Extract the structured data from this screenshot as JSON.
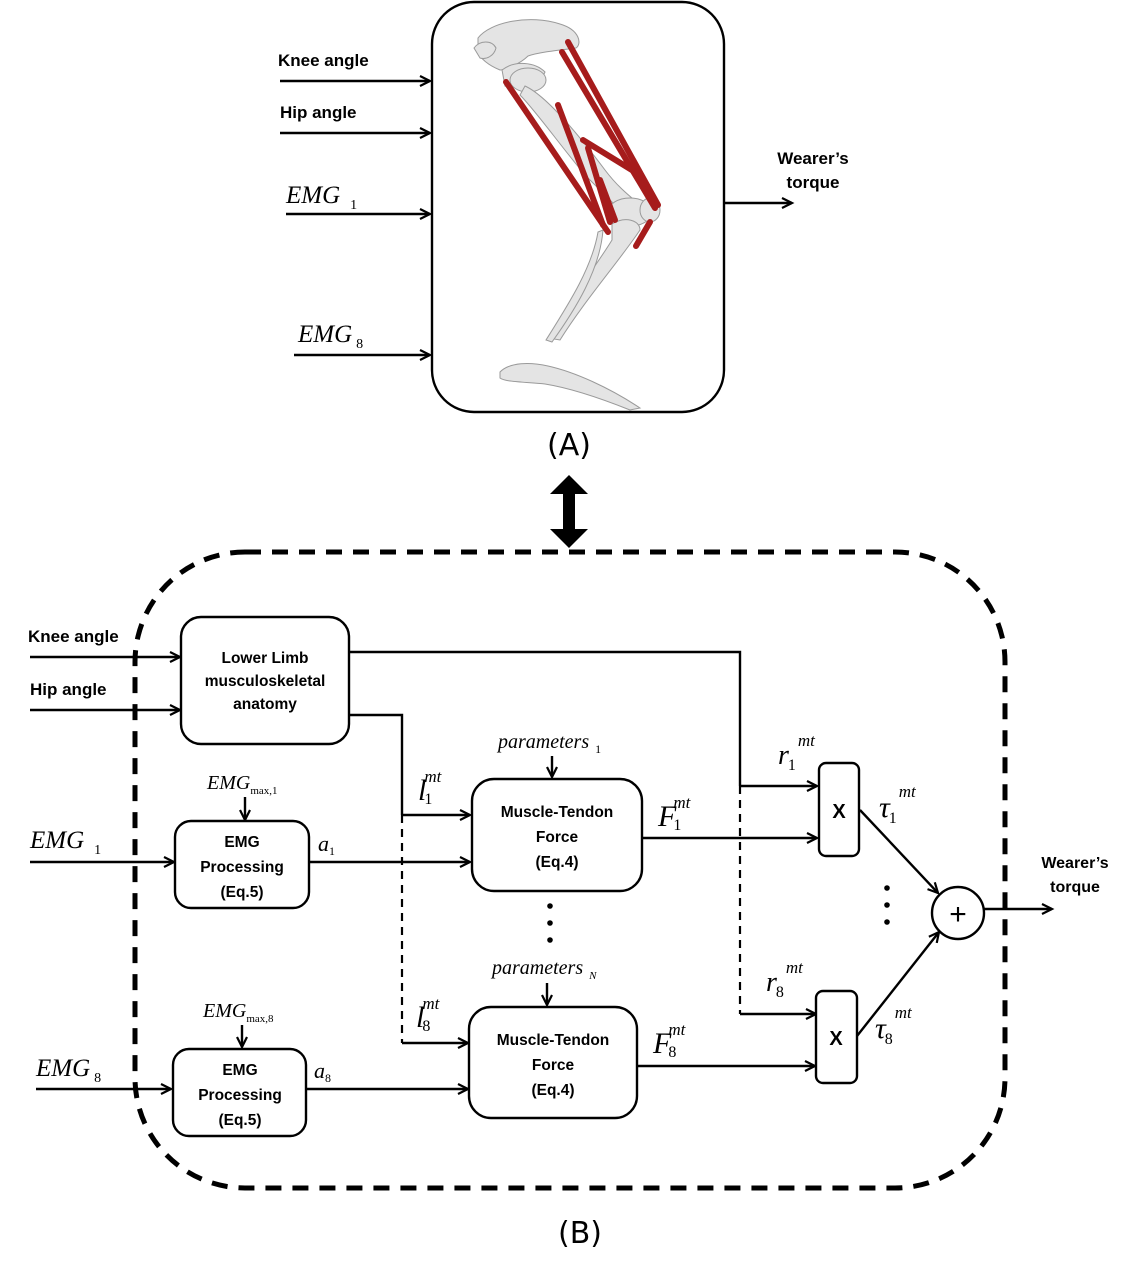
{
  "panel_a": {
    "caption": "(A)",
    "inputs": {
      "knee_angle": "Knee angle",
      "hip_angle": "Hip angle",
      "emg1_base": "EMG",
      "emg1_sub": "1",
      "emg8_base": "EMG",
      "emg8_sub": "8"
    },
    "output": {
      "line1": "Wearer’s",
      "line2": "torque"
    },
    "model_image": "lower-limb-musculoskeletal-model",
    "muscle_color": "#a61c1c"
  },
  "link_arrow": "double-headed-vertical-arrow",
  "panel_b": {
    "caption": "(B)",
    "inputs": {
      "knee_angle": "Knee angle",
      "hip_angle": "Hip angle",
      "emg1_base": "EMG",
      "emg1_sub": "1",
      "emg8_base": "EMG",
      "emg8_sub": "8"
    },
    "anatomy_block": {
      "line1": "Lower Limb",
      "line2": "musculoskeletal",
      "line3": "anatomy"
    },
    "emg_block_1": {
      "line1": "EMG",
      "line2": "Processing",
      "line3": "(Eq.5)",
      "input_base": "EMG",
      "input_sub": "max,1",
      "output_base": "a",
      "output_sub": "1"
    },
    "emg_block_8": {
      "line1": "EMG",
      "line2": "Processing",
      "line3": "(Eq.5)",
      "input_base": "EMG",
      "input_sub": "max,8",
      "output_base": "a",
      "output_sub": "8"
    },
    "mt_block_1": {
      "line1": "Muscle-Tendon",
      "line2": "Force",
      "line3": "(Eq.4)",
      "param_base": "parameters",
      "param_sub": "1",
      "length_base": "l",
      "length_sub": "1",
      "length_sup": "mt",
      "force_base": "F",
      "force_sub": "1",
      "force_sup": "mt"
    },
    "mt_block_8": {
      "line1": "Muscle-Tendon",
      "line2": "Force",
      "line3": "(Eq.4)",
      "param_base": "parameters",
      "param_sub": "N",
      "length_base": "l",
      "length_sub": "8",
      "length_sup": "mt",
      "force_base": "F",
      "force_sub": "8",
      "force_sup": "mt"
    },
    "multiply_1": {
      "symbol": "X",
      "arm_base": "r",
      "arm_sub": "1",
      "arm_sup": "mt",
      "torque_base": "τ",
      "torque_sub": "1",
      "torque_sup": "mt"
    },
    "multiply_8": {
      "symbol": "X",
      "arm_base": "r",
      "arm_sub": "8",
      "arm_sup": "mt",
      "torque_base": "τ",
      "torque_sub": "8",
      "torque_sup": "mt"
    },
    "sum_node": {
      "symbol": "+"
    },
    "output": {
      "line1": "Wearer’s",
      "line2": "torque"
    }
  }
}
